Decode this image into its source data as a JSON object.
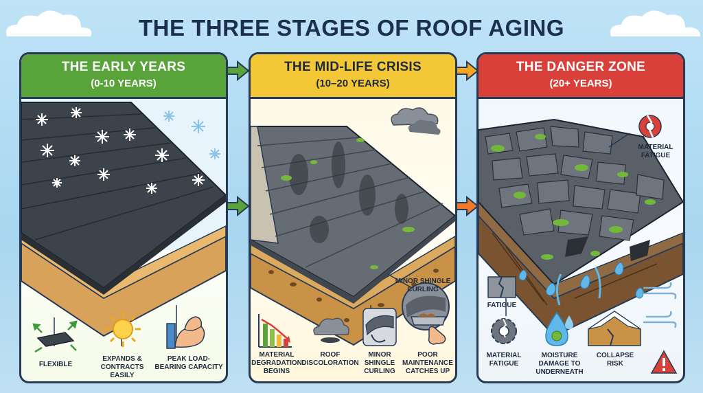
{
  "title": "THE THREE STAGES OF ROOF AGING",
  "panels": [
    {
      "title": "THE EARLY YEARS",
      "subtitle": "(0-10 YEARS)",
      "color": "#58a43a",
      "labels": [
        "FLEXIBLE",
        "EXPANDS & CONTRACTS EASILY",
        "PEAK LOAD-BEARING CAPACITY"
      ]
    },
    {
      "title": "THE MID-LIFE CRISIS",
      "subtitle": "(10–20 YEARS)",
      "color": "#f4c736",
      "callout": "MINOR SHINGLE CURLING",
      "labels": [
        "MATERIAL DEGRADATION BEGINS",
        "ROOF DISCOLORATION",
        "MINOR SHINGLE CURLING",
        "POOR MAINTENANCE CATCHES UP"
      ]
    },
    {
      "title": "THE DANGER ZONE",
      "subtitle": "(20+ YEARS)",
      "color": "#d9403a",
      "callouts": [
        "MATERIAL FATIGUE",
        "FATIGUE"
      ],
      "labels": [
        "MATERIAL FATIGUE",
        "MOISTURE DAMAGE TO UNDERNEATH",
        "COLLAPSE RISK"
      ]
    }
  ],
  "icons": [
    "flex-arrows-icon",
    "sun-icon",
    "muscle-arm-icon",
    "declining-chart-icon",
    "storm-cloud-icon",
    "curled-shingle-icon",
    "clogged-gutter-icon",
    "cracked-gear-icon",
    "water-drop-icon",
    "collapse-roof-icon",
    "wind-icon",
    "warning-icon",
    "snowflake-icon"
  ]
}
